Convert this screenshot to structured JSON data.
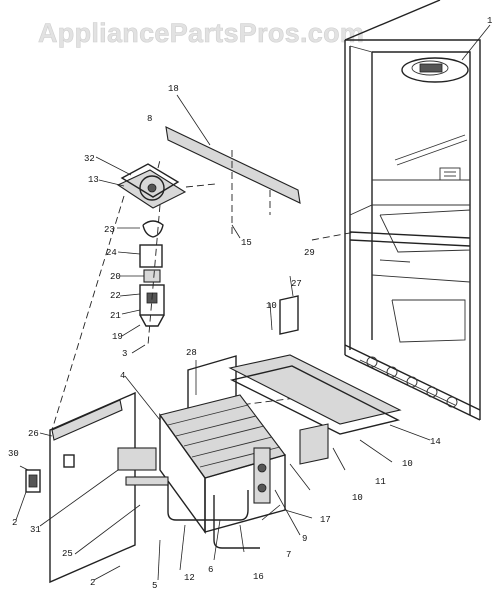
{
  "watermark": "AppliancePartsPros.com",
  "callouts": [
    "1",
    "2",
    "2",
    "3",
    "4",
    "5",
    "6",
    "7",
    "8",
    "9",
    "10",
    "10",
    "10",
    "11",
    "12",
    "13",
    "14",
    "15",
    "16",
    "17",
    "18",
    "19",
    "20",
    "21",
    "22",
    "23",
    "24",
    "25",
    "26",
    "27",
    "28",
    "29",
    "30",
    "31",
    "32"
  ]
}
